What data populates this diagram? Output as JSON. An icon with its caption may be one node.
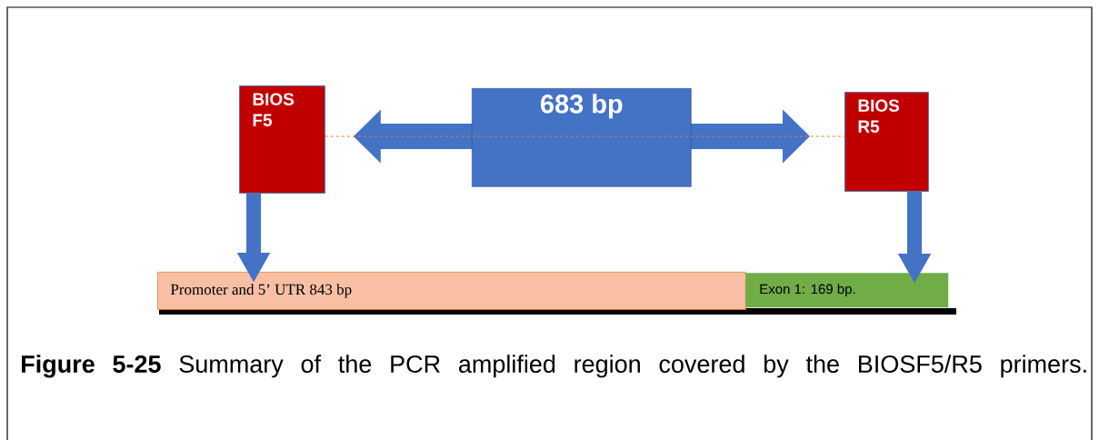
{
  "diagram": {
    "caption": "**Figure 5-25** Summary of the PCR amplified region covered by the BIOSF5/R5 primers.",
    "nodes": [
      {
        "text": [
          "BIOS F5"
        ]
      },
      {
        "text": [
          "BIOS R5"
        ]
      },
      {
        "text": [
          "Promoter and 5’ UTR  843 bp"
        ]
      },
      {
        "text": [
          "Exon 1: 169 bp."
        ]
      }
    ],
    "edges": [
      {
        "from": 0,
        "to": 2,
        "arrow": "to"
      },
      {
        "from": 1,
        "to": 3,
        "arrow": "to"
      },
      {
        "from": 0,
        "to": 1,
        "arrow": "both",
        "label": "683 bp"
      },
      {
        "from": 0,
        "to": 1,
        "arrow": "none",
        "style": "dashed",
        "color": "#ed7d31"
      }
    ]
  }
}
